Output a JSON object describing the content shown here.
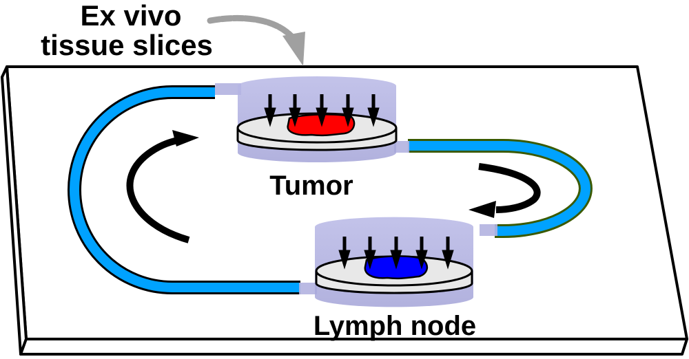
{
  "title": {
    "line1": "Ex vivo",
    "line2": "tissue slices"
  },
  "chambers": [
    {
      "id": "tumor",
      "label": "Tumor",
      "tissue_color": "#ff0000"
    },
    {
      "id": "lymph-node",
      "label": "Lymph node",
      "tissue_color": "#0000ff"
    }
  ],
  "colors": {
    "tubing": "#00a2ff",
    "chamber_fluid": "#a9a9dd",
    "disc": "#e8e8e8",
    "pointer_arrow": "#a0a0a0",
    "flow_arrow": "#000000"
  }
}
